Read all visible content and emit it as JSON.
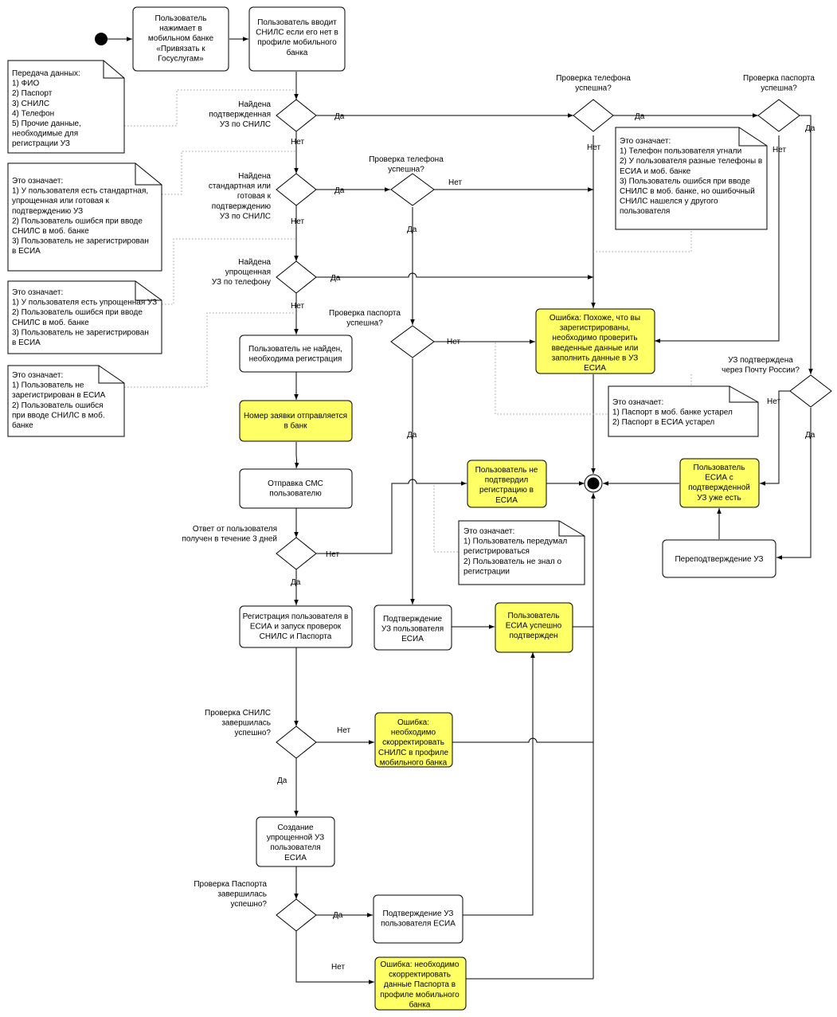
{
  "nodes": {
    "n1": "Пользователь|нажимает в|мобильном банке|«Привязать к|Госуслугам»",
    "n2": "Пользователь вводит|СНИЛС если его нет в|профиле мобильного|банка",
    "n3": "Пользователь не найден,|необходима регистрация",
    "n4": "Номер заявки отправляется|в банк",
    "n5": "Отправка СМС|пользователю",
    "n6": "Регистрация пользователя в|ЕСИА и запуск проверок|СНИЛС и Паспорта",
    "n7": "Создание|упрощенной УЗ|пользователя|ЕСИА",
    "n8": "Подтверждение УЗ|пользователя ЕСИА",
    "n9": "Подтверждение|УЗ пользователя|ЕСИА",
    "n10": "Пользователь|ЕСИА успешно|подтвержден",
    "n11": "Пользователь не|подтвердил|регистрацию в|ЕСИА",
    "n12": "Ошибка: Похоже, что вы|зарегистрированы,|необходимо проверить|введенные данные или|заполнить данные в УЗ|ЕСИА",
    "n13": "Пользователь|ЕСИА с|подтвержденной|УЗ уже есть",
    "n14": "Переподтверждение УЗ",
    "n15": "Ошибка:|необходимо|скорректировать|СНИЛС в профиле|мобильного банка",
    "n16": "Ошибка: необходимо|скорректировать|данные Паспорта в|профиле мобильного|банка"
  },
  "decisions": {
    "d1": "Найдена|подтвержденная|УЗ по СНИЛС",
    "d2": "Найдена|стандартная или|готовая к|подтверждению|УЗ по СНИЛС",
    "d3": "Найдена|упрощенная|УЗ по телефону",
    "d4": "Проверка телефона|успешна?",
    "d5": "Проверка паспорта|успешна?",
    "d6": "Проверка телефона|успешна?",
    "d7": "Проверка паспорта|успешна?",
    "d8": "УЗ подтверждена|через Почту России?",
    "d9": "Ответ от пользователя|получен в течение  3 дней",
    "d10": "Проверка СНИЛС|завершилась|успешно?",
    "d11": "Проверка Паспорта|завершилась|успешно?"
  },
  "notes": {
    "a1": "Передача данных:|1) ФИО|2) Паспорт|3) СНИЛС|4) Телефон|5) Прочие данные,|необходимые для|регистрации УЗ",
    "a2": "Это означает:|1) У пользователя есть стандартная,|упрощенная или готовая к|подтверждению УЗ|2) Пользователь ошибся при вводе|СНИЛС в моб. банке|3) Пользователь не зарегистрирован|в ЕСИА",
    "a3": "Это означает:|1) У пользователя есть упрощенная УЗ|2) Пользователь ошибся при вводе|СНИЛС в моб. банке|3) Пользователь не зарегистрирован|в ЕСИА",
    "a4": "Это означает:|1) Пользователь не|зарегистрирован в ЕСИА|2) Пользователь ошибся|при вводе СНИЛС в моб.|банке",
    "a5": "Это означает:|1) Телефон пользователя угнали|2) У пользователя разные телефоны в|ЕСИА и моб. банке|3) Пользователь ошибся при вводе|СНИЛС в моб. банке, но ошибочный|СНИЛС нашелся у другого|пользователя",
    "a6": "Это означает:|1) Паспорт в моб. банке устарел|2) Паспорт в ЕСИА устарел",
    "a7": "Это означает:|1) Пользователь передумал|регистрироваться|2) Пользователь не знал о|регистрации"
  },
  "labels": {
    "yes": "Да",
    "no": "Нет"
  }
}
